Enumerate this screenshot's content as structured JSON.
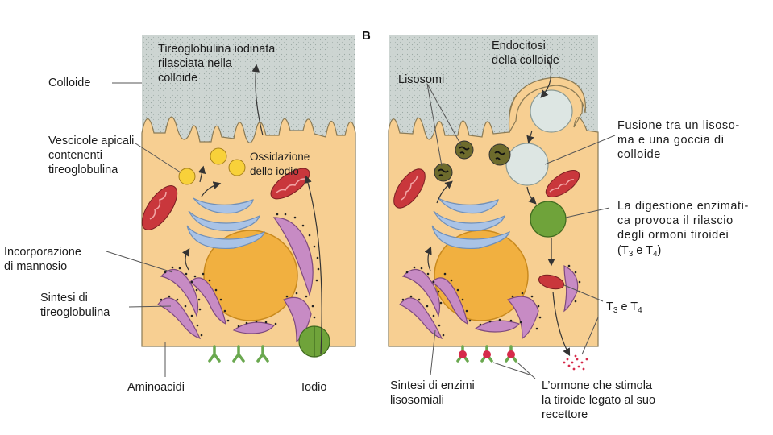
{
  "panel_b_letter": "B",
  "labels": {
    "tireoglobulina_iodinata": "Tireoglobulina iodinata\nrilasciata nella\ncolloide",
    "colloide": "Colloide",
    "vescicole_apicali": "Vescicole apicali\ncontenenti\ntireoglobulina",
    "ossidazione": "Ossidazione\ndello iodio",
    "incorporazione": "Incorporazione\ndi mannosio",
    "sintesi_tireoglobulina": "Sintesi di\ntireoglobulina",
    "aminoacidi": "Aminoacidi",
    "iodio": "Iodio",
    "endocitosi": "Endocitosi\ndella colloide",
    "lisosomi": "Lisosomi",
    "fusione": "Fusione tra un lisoso-\nma e una goccia di\ncolloide",
    "digestione": "La digestione enzimati-\nca provoca il rilascio\ndegli ormoni tiroidei",
    "t3_t4_paren": {
      "open": "(T",
      "s1": "3",
      "mid": " e T",
      "s2": "4",
      "close": ")"
    },
    "t3_t4": {
      "a": "T",
      "s1": "3",
      "mid": " e T",
      "s2": "4"
    },
    "sintesi_enzimi": "Sintesi di enzimi\nlisosomiali",
    "ormone": "L’ormone che stimola\nla tiroide legato al suo\nrecettore"
  },
  "colors": {
    "colloid": "#cdd5d2",
    "cell": "#f7cf92",
    "cell_border": "#8a7a55",
    "nucleus": "#f1b040",
    "golgi": "#a9c3e6",
    "er": "#c78bc4",
    "mito": "#c9373c",
    "vesicle": "#f8d13a",
    "green": "#6fa33a",
    "receptor": "#6aa84f",
    "hormone_red": "#d62a4a"
  }
}
